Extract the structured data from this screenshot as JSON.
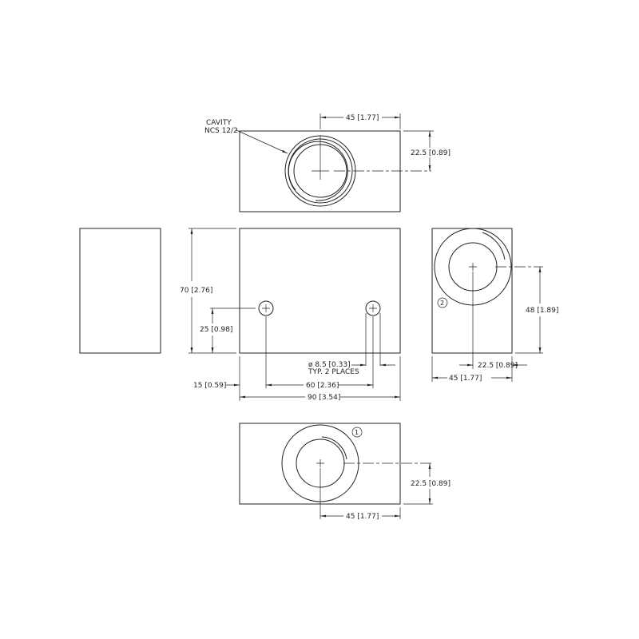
{
  "title": "Cavity block drawing",
  "top_view": {
    "callout_line1": "CAVITY",
    "callout_line2": "NCS 12/2",
    "dim_width": "45 [1.77]",
    "dim_height": "22.5 [0.89]"
  },
  "front_view": {
    "dim_height": "70 [2.76]",
    "dim_hole_height": "25 [0.98]",
    "hole_dia": "ø 8.5 [0.33]",
    "hole_note": "TYP. 2 PLACES",
    "dim_edge": "15 [0.59]",
    "dim_spacing": "60 [2.36]",
    "dim_total": "90 [3.54]"
  },
  "side_view": {
    "label": "2",
    "dim_height": "48 [1.89]",
    "dim_center": "22.5 [0.89]",
    "dim_width": "45 [1.77]"
  },
  "bottom_view": {
    "label": "1",
    "dim_height": "22.5 [0.89]",
    "dim_width": "45 [1.77]"
  }
}
